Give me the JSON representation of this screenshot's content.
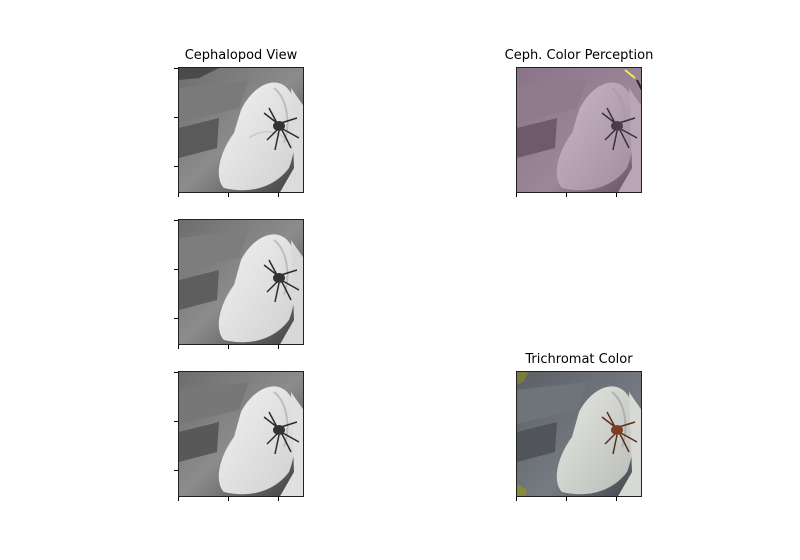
{
  "panels": {
    "ceph_view": {
      "title": "Cephalopod View",
      "image": "grayscale spider on white bag"
    },
    "gray_mid": {
      "title": "",
      "image": "grayscale spider on white bag"
    },
    "gray_low": {
      "title": "",
      "image": "grayscale spider on white bag"
    },
    "ceph_color": {
      "title": "Ceph. Color Perception",
      "image": "purple-tinted spider on white bag"
    },
    "trichromat": {
      "title": "Trichromat Color",
      "image": "color spider on white bag"
    }
  },
  "colors": {
    "ceph_tint": "#a78fa6",
    "trichromat_bag": "#c9ccc6",
    "spider_brown": "#6a3a22"
  }
}
